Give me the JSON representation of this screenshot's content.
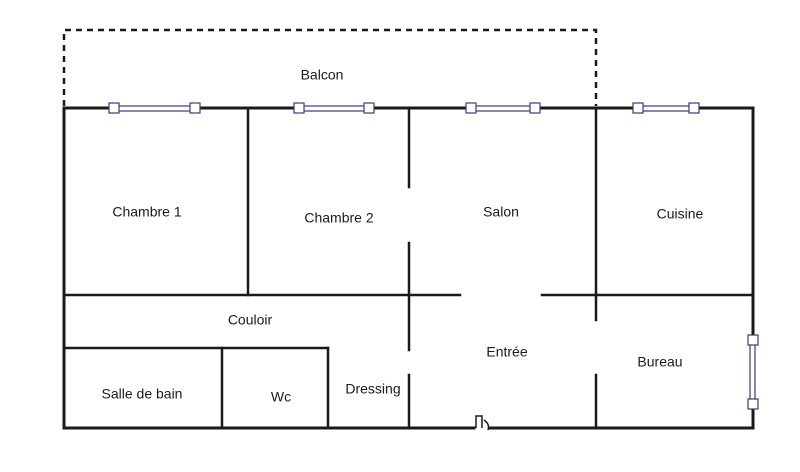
{
  "rooms": {
    "balcon": "Balcon",
    "chambre1": "Chambre 1",
    "chambre2": "Chambre 2",
    "salon": "Salon",
    "cuisine": "Cuisine",
    "couloir": "Couloir",
    "entree": "Entrée",
    "bureau": "Bureau",
    "salle_de_bain": "Salle de bain",
    "wc": "Wc",
    "dressing": "Dressing"
  },
  "colors": {
    "wall": "#1a1a1a",
    "window": "#3a3a80"
  }
}
